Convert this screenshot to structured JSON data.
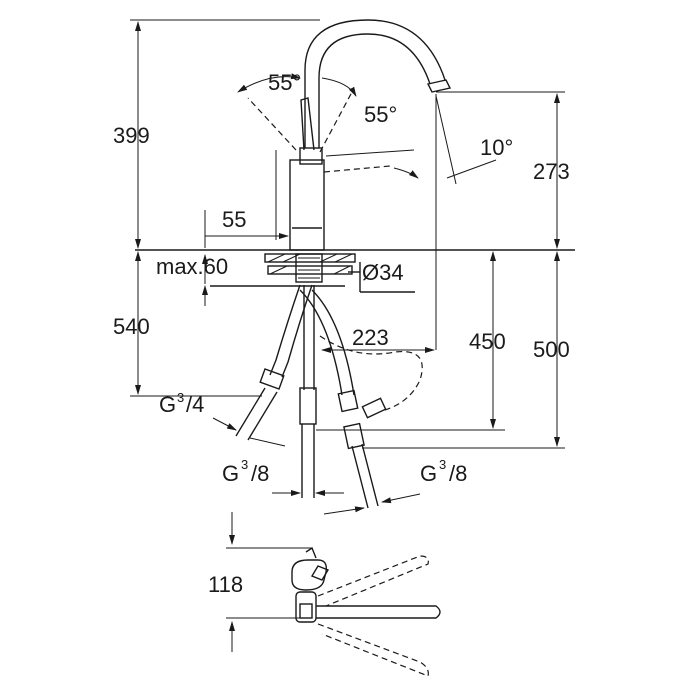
{
  "dimensions": {
    "d399": "399",
    "d273": "273",
    "d55": "55",
    "angle_left": "55°",
    "angle_right": "55°",
    "angle_spout": "10°",
    "max60": "max.60",
    "dia34": "Ø34",
    "d540": "540",
    "d223": "223",
    "d450": "450",
    "d500": "500",
    "d118": "118"
  },
  "threads": {
    "g34_base": "G",
    "g34_num": "3",
    "g34_den": "/4",
    "g38a_base": "G",
    "g38a_num": "3",
    "g38a_den": "/8",
    "g38b_base": "G",
    "g38b_num": "3",
    "g38b_den": "/8"
  }
}
